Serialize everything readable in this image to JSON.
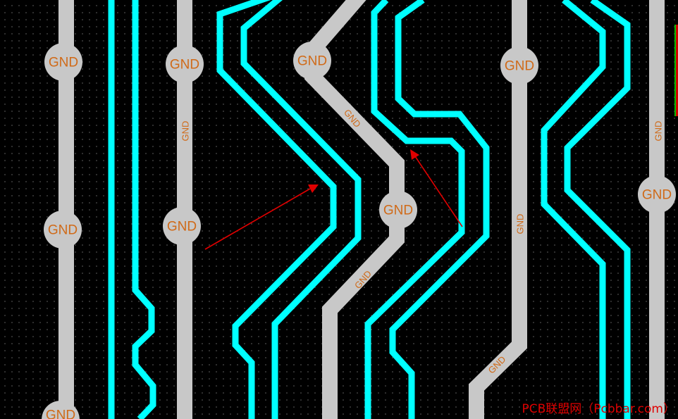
{
  "view": {
    "app": "PCB layout editor",
    "background": "#000000",
    "grid_dot_color": "#3a3a3a"
  },
  "colors": {
    "signal_trace": "#00ffff",
    "gnd_trace": "#c8c8c8",
    "net_label": "#d06a18",
    "annotation": "#e00000"
  },
  "net_name": "GND",
  "pads": [
    {
      "label": "GND"
    },
    {
      "label": "GND"
    },
    {
      "label": "GND"
    },
    {
      "label": "GND"
    },
    {
      "label": "GND"
    },
    {
      "label": "GND"
    },
    {
      "label": "GND"
    },
    {
      "label": "GND"
    },
    {
      "label": "GND"
    }
  ],
  "trace_labels": [
    {
      "label": "GND"
    },
    {
      "label": "GND"
    },
    {
      "label": "GND"
    },
    {
      "label": "GND"
    },
    {
      "label": "GND"
    },
    {
      "label": "GND"
    }
  ],
  "annotations": {
    "arrow_count": 2,
    "icon": "arrow-icon"
  },
  "watermark": "PCB联盟网（Pcbbar.com）"
}
